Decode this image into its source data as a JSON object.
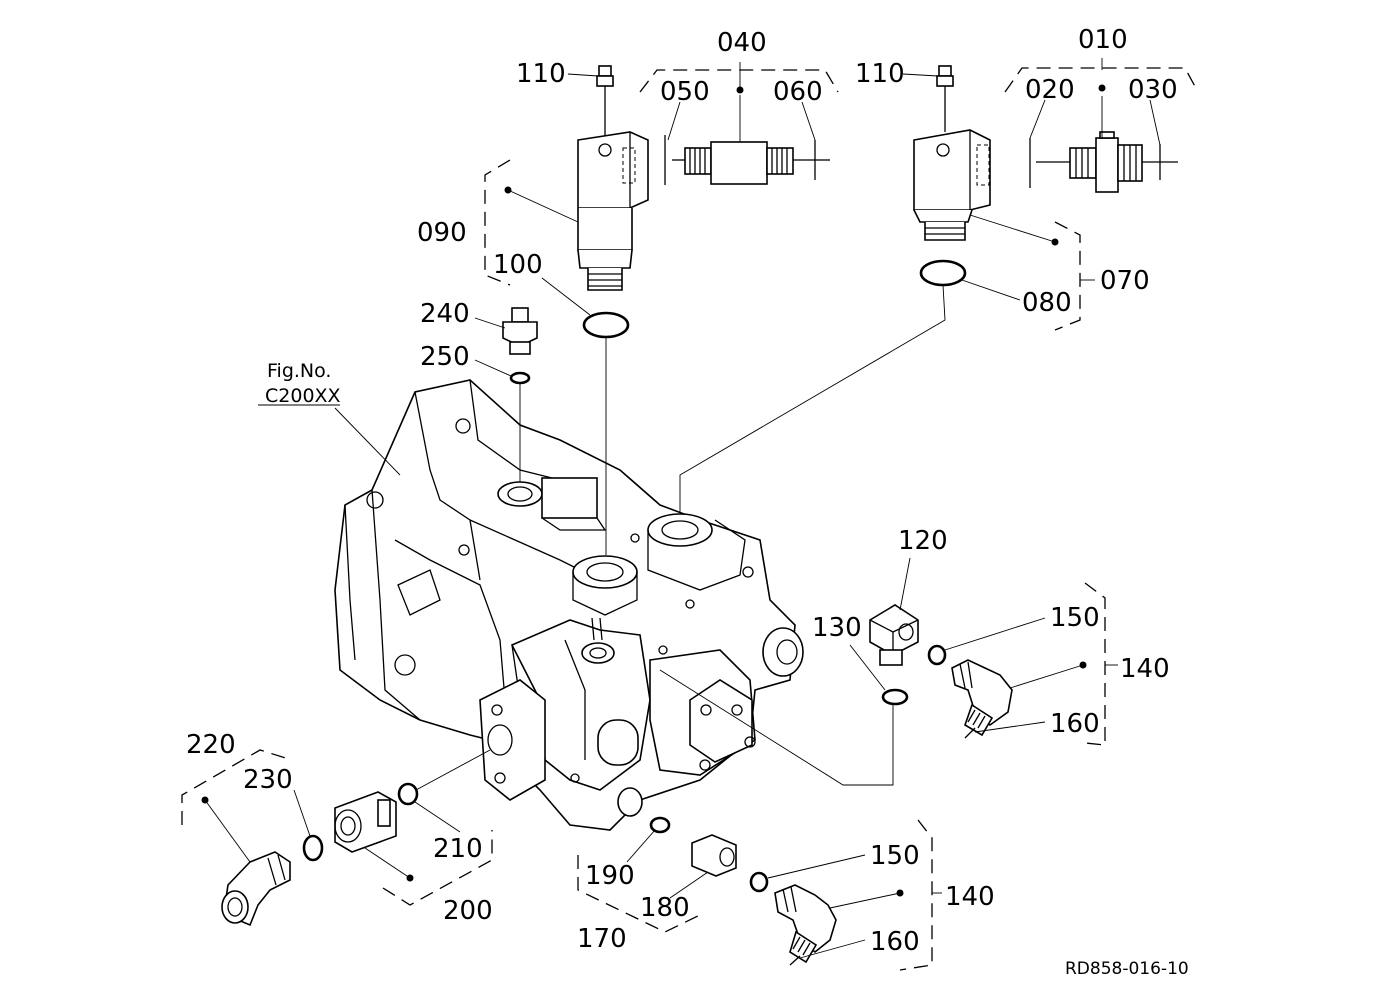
{
  "drawing_code": "RD858-016-10",
  "fig_ref": {
    "line1": "Fig.No.",
    "line2": "C200XX"
  },
  "labels": {
    "p010": "010",
    "p020": "020",
    "p030": "030",
    "p040": "040",
    "p050": "050",
    "p060": "060",
    "p070": "070",
    "p080": "080",
    "p090": "090",
    "p100": "100",
    "p110a": "110",
    "p110b": "110",
    "p120": "120",
    "p130": "130",
    "p140a": "140",
    "p140b": "140",
    "p150a": "150",
    "p150b": "150",
    "p160a": "160",
    "p160b": "160",
    "p170": "170",
    "p180": "180",
    "p190": "190",
    "p200": "200",
    "p210": "210",
    "p220": "220",
    "p230": "230",
    "p240": "240",
    "p250": "250"
  }
}
